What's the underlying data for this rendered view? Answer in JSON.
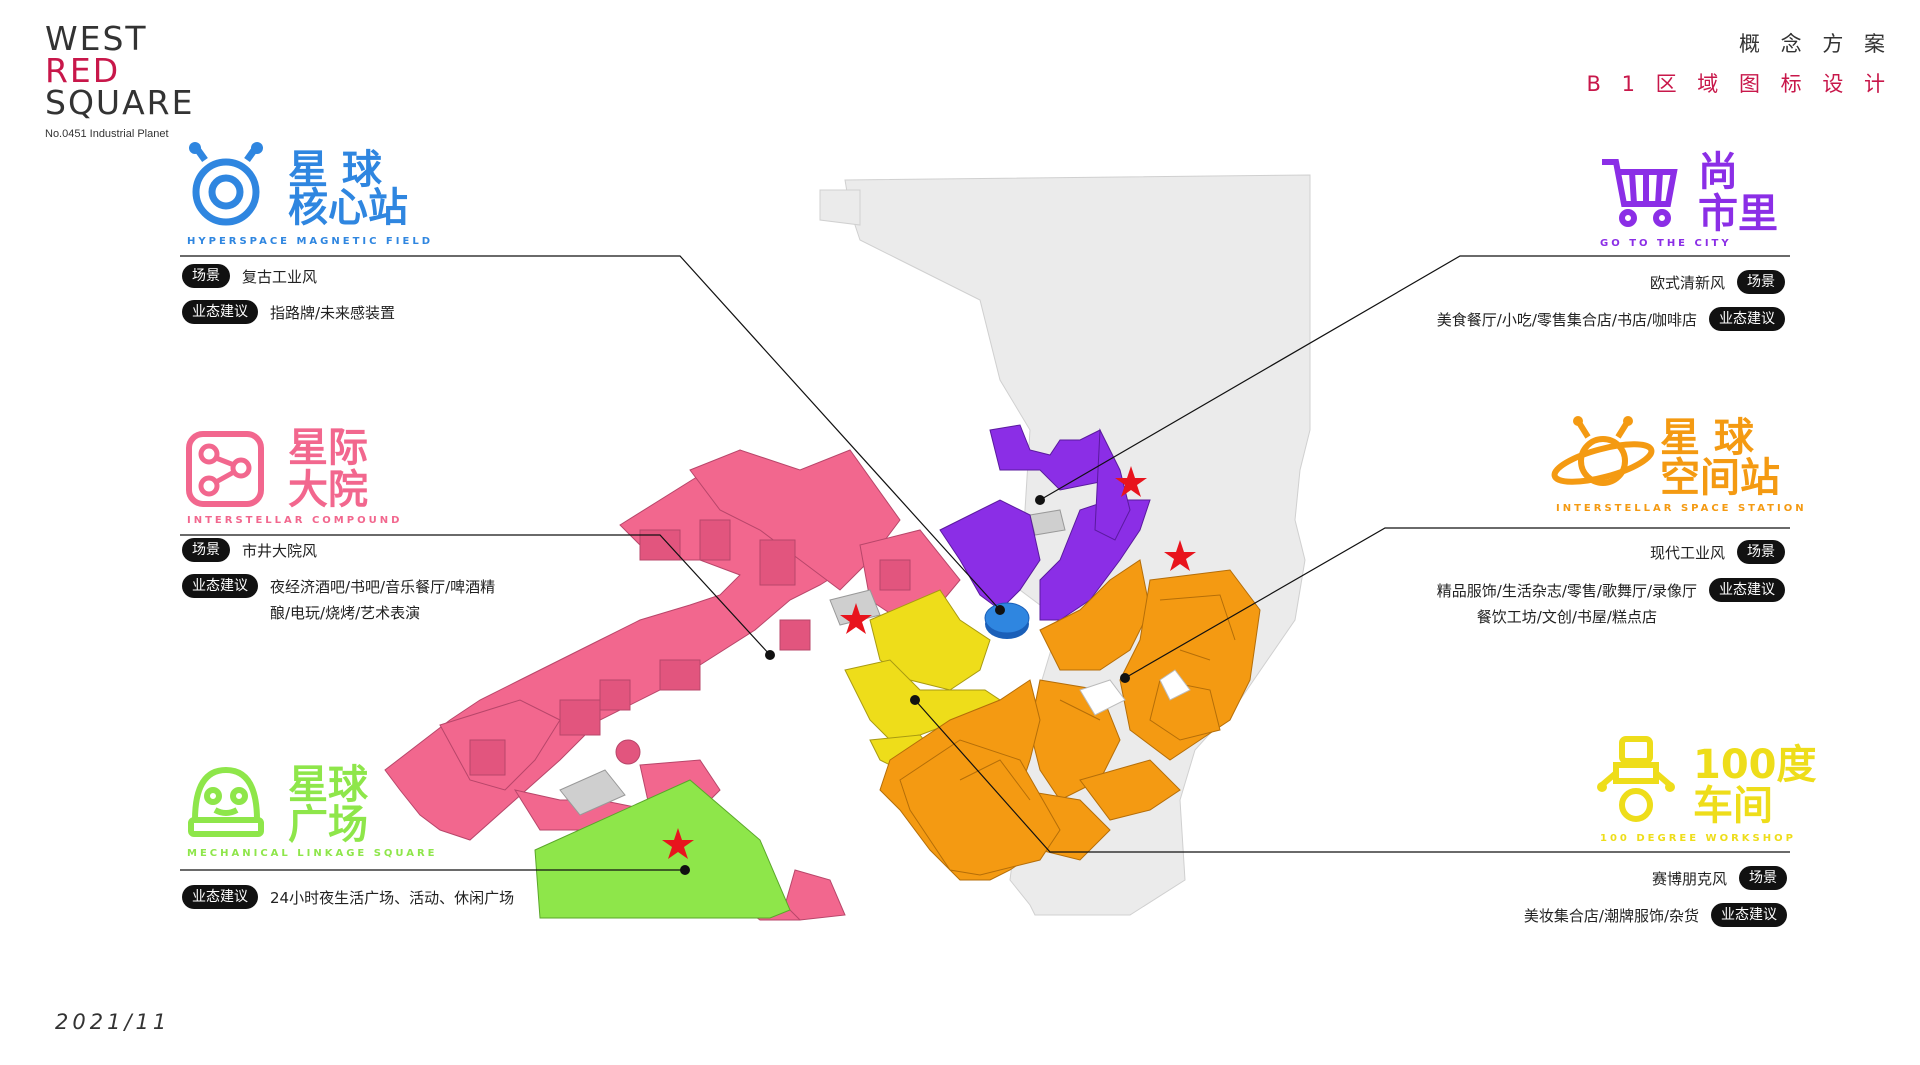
{
  "brand": {
    "line1": "WEST",
    "line2": "RED",
    "line3": "SQUARE",
    "tagline": "No.0451 Industrial Planet"
  },
  "header": {
    "title": "概 念 方 案",
    "subtitle": "B 1 区 域 图 标 设 计"
  },
  "date": "2021/11",
  "colors": {
    "blue": "#2f86e0",
    "pink": "#f2678e",
    "green": "#8ee64a",
    "purple": "#8b2ee6",
    "orange": "#f49a12",
    "yellow": "#eedd1a",
    "accent_red": "#c8174a"
  },
  "zones": {
    "core": {
      "icon": "ring-hub-icon",
      "title_line1": "星  球",
      "title_line2": "核心站",
      "subtitle": "HYPERSPACE MAGNETIC FIELD",
      "scene_label": "场景",
      "scene": "复古工业风",
      "biz_label": "业态建议",
      "biz": "指路牌/未来感装置"
    },
    "compound": {
      "icon": "node-link-icon",
      "title_line1": "星际",
      "title_line2": "大院",
      "subtitle": "INTERSTELLAR  COMPOUND",
      "scene_label": "场景",
      "scene": "市井大院风",
      "biz_label": "业态建议",
      "biz_line1": "夜经济酒吧/书吧/音乐餐厅/啤酒精",
      "biz_line2": "酿/电玩/烧烤/艺术表演"
    },
    "plaza": {
      "icon": "robot-dome-icon",
      "title_line1": "星球",
      "title_line2": "广场",
      "subtitle": "MECHANICAL LINKAGE SQUARE",
      "biz_label": "业态建议",
      "biz": "24小时夜生活广场、活动、休闲广场"
    },
    "city": {
      "icon": "shopping-cart-icon",
      "title_line1": "尚",
      "title_line2": "市里",
      "subtitle": "GO  TO  THE  CITY",
      "scene_label": "场景",
      "scene": "欧式清新风",
      "biz_label": "业态建议",
      "biz": "美食餐厅/小吃/零售集合店/书店/咖啡店"
    },
    "space": {
      "icon": "planet-orbit-icon",
      "title_line1": "星  球",
      "title_line2": "空间站",
      "subtitle": "INTERSTELLAR  SPACE  STATION",
      "scene_label": "场景",
      "scene": "现代工业风",
      "biz_label": "业态建议",
      "biz_line1": "精品服饰/生活杂志/零售/歌舞厅/录像厅",
      "biz_line2": "餐饮工坊/文创/书屋/糕点店"
    },
    "workshop": {
      "icon": "robot-figure-icon",
      "title_line1": "100度",
      "title_line2": "车间",
      "subtitle": "100  DEGREE  WORKSHOP",
      "scene_label": "场景",
      "scene": "赛博朋克风",
      "biz_label": "业态建议",
      "biz": "美妆集合店/潮牌服饰/杂货"
    }
  }
}
